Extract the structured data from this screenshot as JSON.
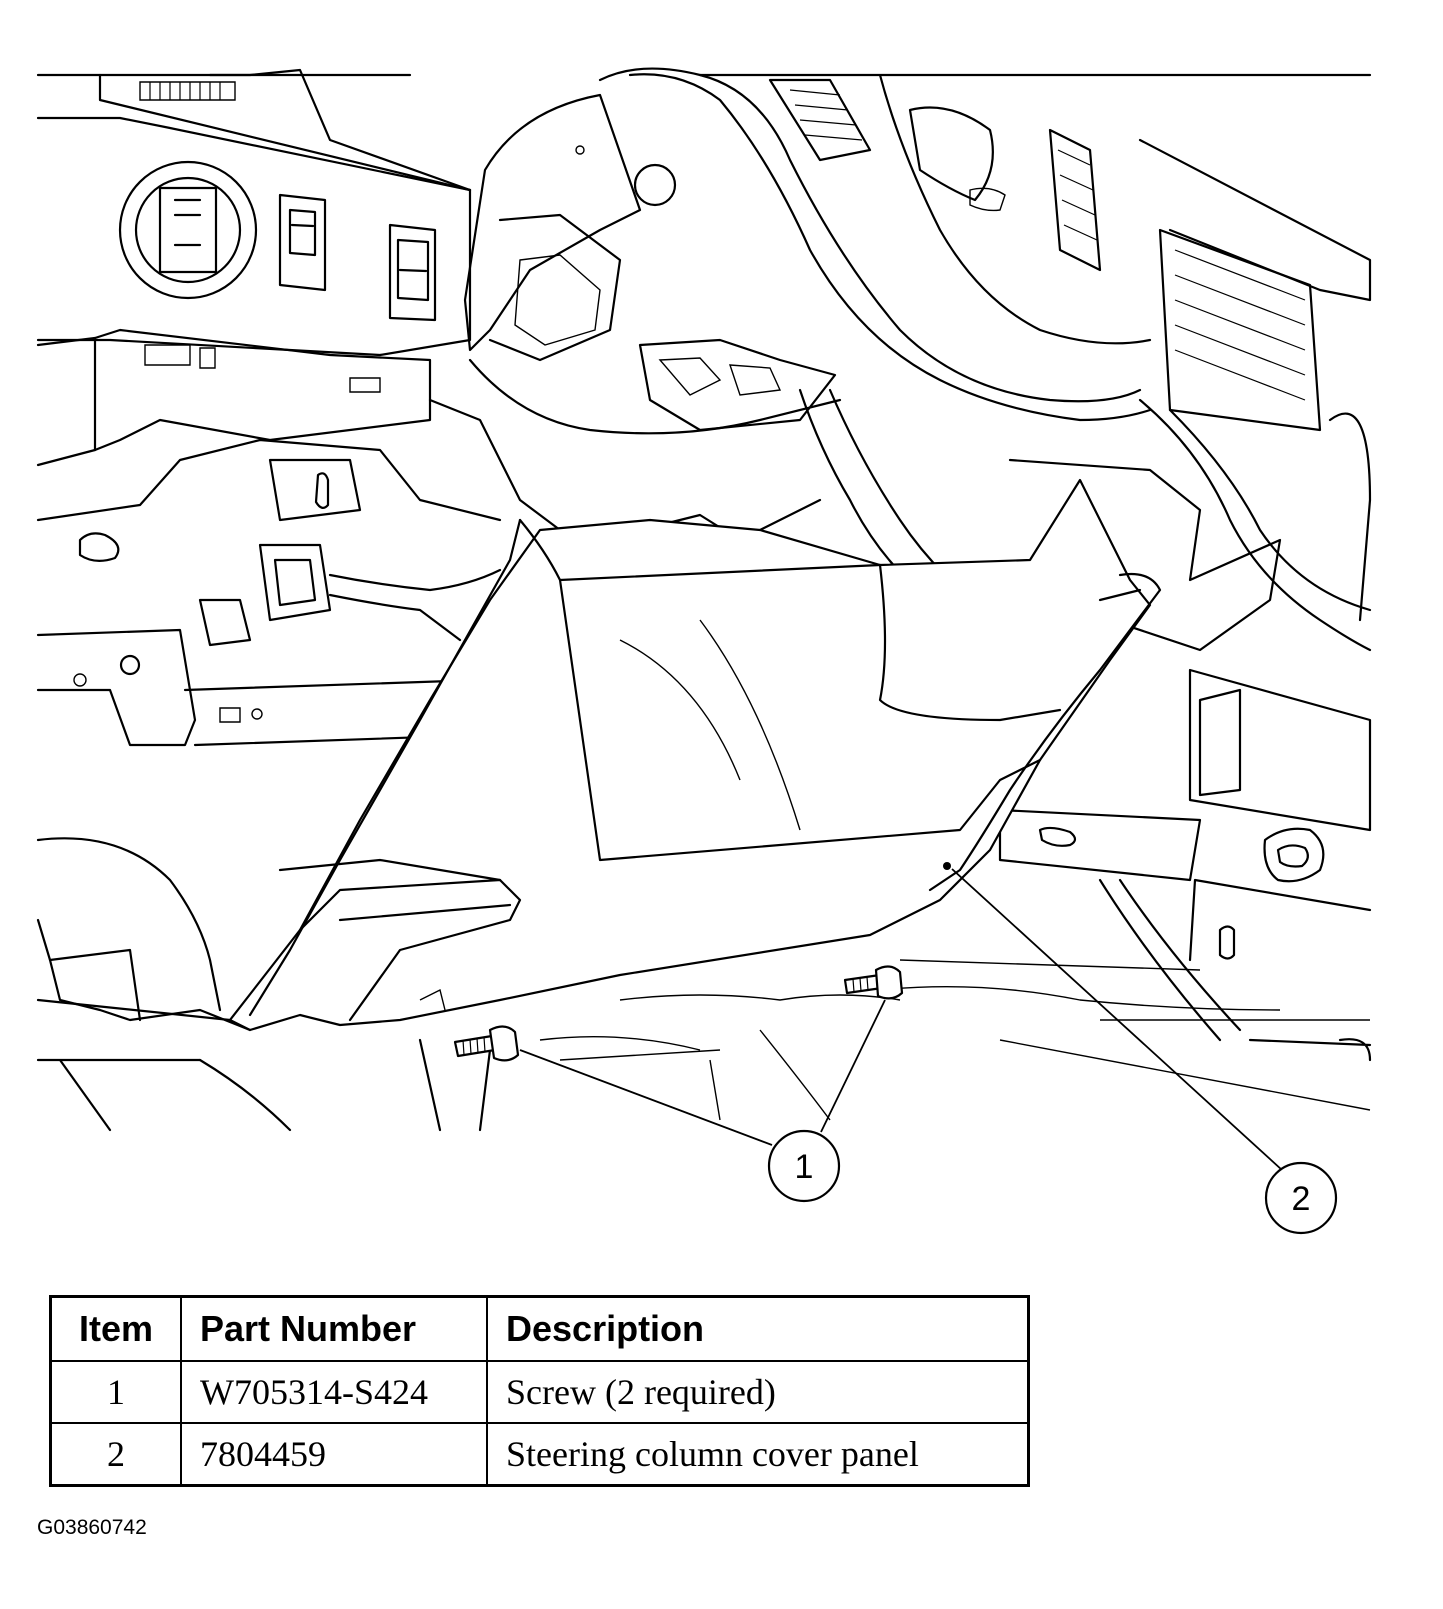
{
  "callouts": [
    "1",
    "2"
  ],
  "table": {
    "headers": {
      "item": "Item",
      "part_number": "Part Number",
      "description": "Description"
    },
    "rows": [
      {
        "item": "1",
        "part_number": "W705314-S424",
        "description": "Screw (2 required)"
      },
      {
        "item": "2",
        "part_number": "7804459",
        "description": "Steering column cover panel"
      }
    ]
  },
  "figure_code": "G03860742"
}
